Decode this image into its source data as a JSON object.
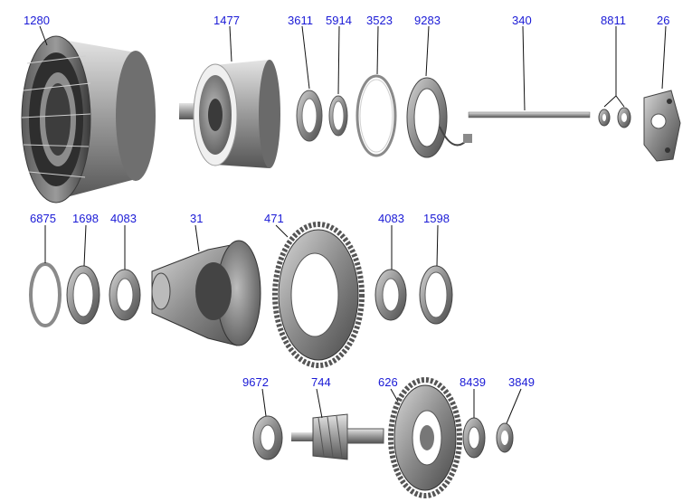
{
  "diagram": {
    "type": "exploded-parts-view",
    "label_color": "#1a1ad6",
    "leader_color": "#111111",
    "parts": [
      {
        "id": "stator",
        "number": "1280"
      },
      {
        "id": "rotor",
        "number": "1477"
      },
      {
        "id": "washer-a",
        "number": "3611"
      },
      {
        "id": "washer-b",
        "number": "5914"
      },
      {
        "id": "snap-ring",
        "number": "3523"
      },
      {
        "id": "resolver",
        "number": "9283"
      },
      {
        "id": "shaft",
        "number": "340"
      },
      {
        "id": "bolt-pair",
        "number": "8811"
      },
      {
        "id": "pump-housing",
        "number": "26"
      },
      {
        "id": "shim-ring",
        "number": "6875"
      },
      {
        "id": "bearing-race-left",
        "number": "1698"
      },
      {
        "id": "bearing-left",
        "number": "4083"
      },
      {
        "id": "differential-case",
        "number": "31"
      },
      {
        "id": "ring-gear",
        "number": "471"
      },
      {
        "id": "bearing-right",
        "number": "4083"
      },
      {
        "id": "bearing-race-right",
        "number": "1598"
      },
      {
        "id": "pinion-bearing",
        "number": "9672"
      },
      {
        "id": "pinion-shaft",
        "number": "744"
      },
      {
        "id": "intermediate-gear",
        "number": "626"
      },
      {
        "id": "gear-bearing",
        "number": "8439"
      },
      {
        "id": "lock-nut",
        "number": "3849"
      }
    ]
  }
}
